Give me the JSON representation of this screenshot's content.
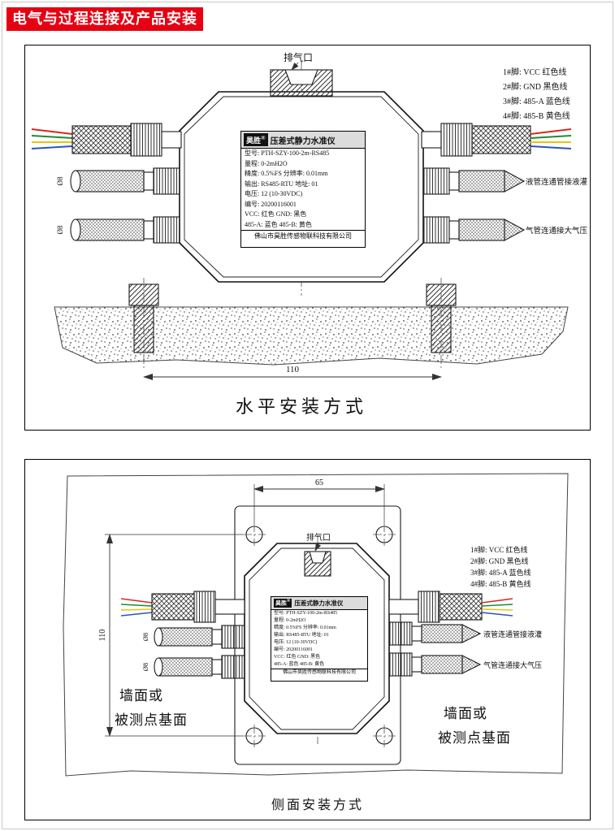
{
  "banner": {
    "title": "电气与过程连接及产品安装",
    "bg_color": "#e60012",
    "text_color": "#ffffff"
  },
  "pin_legend": {
    "line1": "1#脚: VCC  红色线",
    "line2": "2#脚: GND  黑色线",
    "line3": "3#脚: 485-A 蓝色线",
    "line4": "4#脚: 485-B 黄色线"
  },
  "nameplate": {
    "logo": "昊胜",
    "reg_mark": "®",
    "title": "压差式静力水准仪",
    "line_model": "型号: PTH-SZY-100-2m-RS485",
    "line_range": "量程: 0-2mH2O",
    "line_accuracy": "精度: 0.5%FS  分辨率: 0.01mm",
    "line_output": "输出: RS485-RTU  地址: 01",
    "line_voltage": "电压: 12 (10-30VDC)",
    "line_serial": "编号: 20200116001",
    "line_wire1": "VCC: 红色    GND: 黑色",
    "line_wire2": "485-A: 蓝色  485-B: 黄色",
    "company": "佛山市昊胜传感物联科技有限公司"
  },
  "panels": {
    "horizontal": {
      "caption": "水平安装方式",
      "exhaust_label": "排气口",
      "tube_diameter": "Ø8",
      "liquid_tube_label": "液管连通管接液灌",
      "air_tube_label": "气管连通接大气压",
      "dim_bolt_spacing": "110"
    },
    "side": {
      "caption": "侧面安装方式",
      "exhaust_label": "排气口",
      "tube_diameter": "Ø8",
      "liquid_tube_label": "液管连通管接液灌",
      "air_tube_label": "气管连通接大气压",
      "dim_hole_spacing_h": "65",
      "dim_hole_spacing_v": "110",
      "wall_label_line1": "墙面或",
      "wall_label_line2": "被测点基面"
    }
  },
  "wire_colors": {
    "red": "#d42a1e",
    "green": "#1f8a35",
    "yellow": "#e7c50e",
    "blue": "#2b52c8"
  }
}
